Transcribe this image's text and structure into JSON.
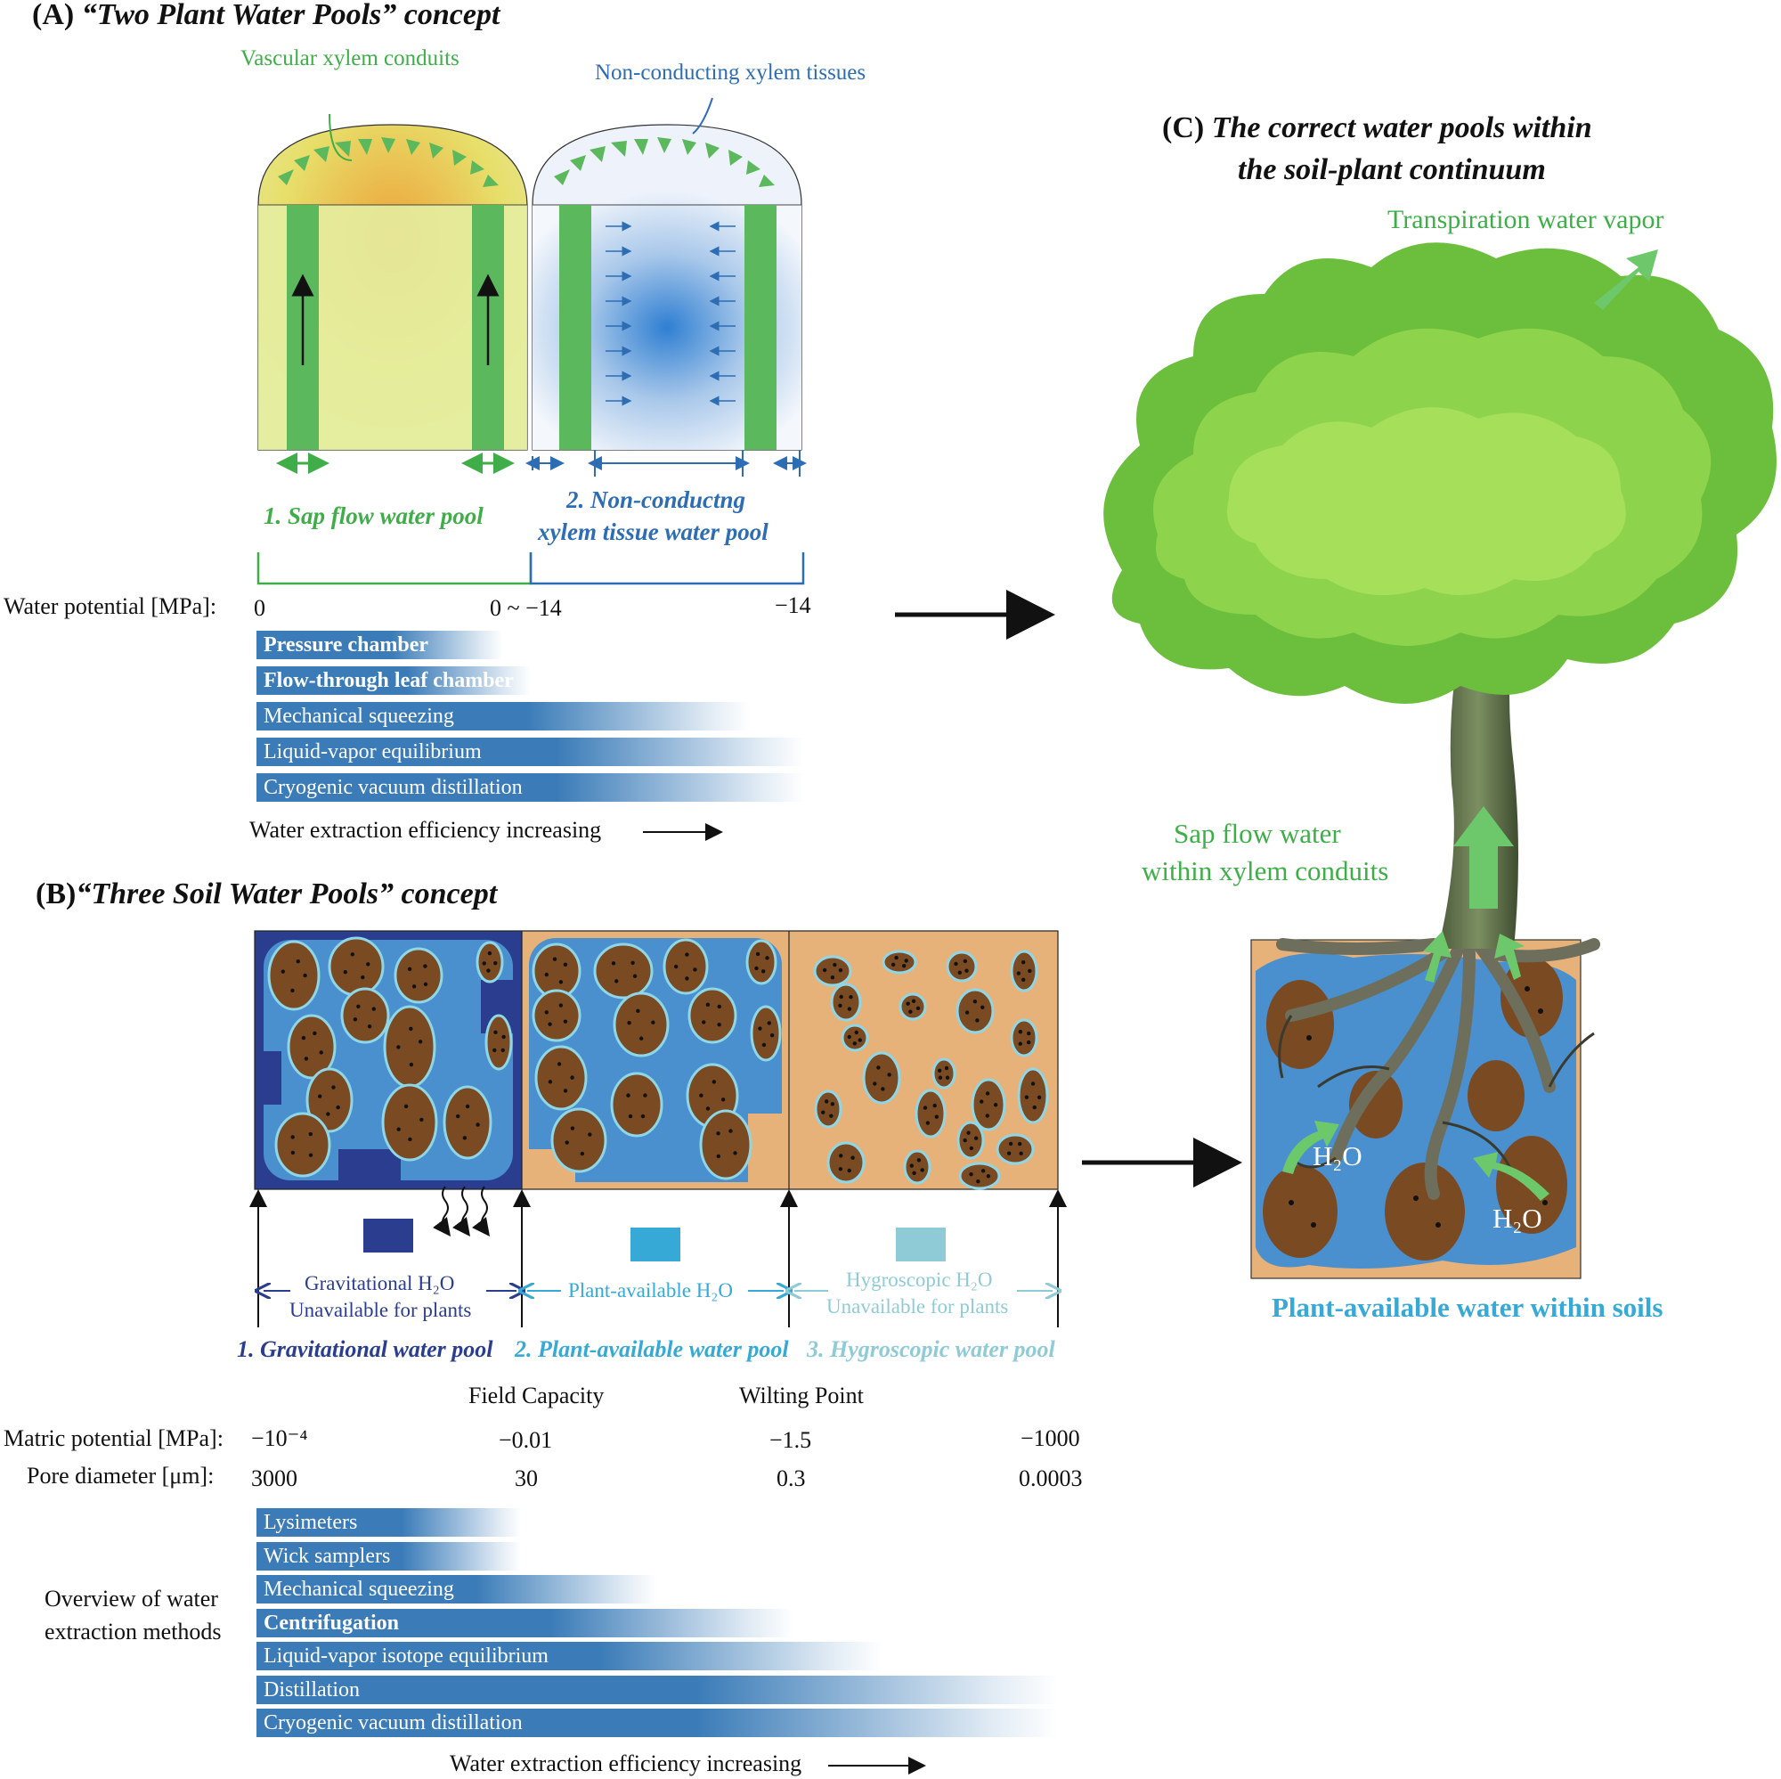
{
  "panel_a": {
    "title_prefix": "(A) ",
    "title_italic": "“Two Plant Water Pools” concept",
    "label_vascular": "Vascular xylem conduits",
    "label_nonconducting": "Non-conducting xylem tissues",
    "pool1": "1. Sap flow water pool",
    "pool2_line1": "2. Non-conductng",
    "pool2_line2": "xylem tissue water pool",
    "wp_label": "Water potential [MPa]:",
    "wp_values": [
      "0",
      "0 ~ −14",
      "−14"
    ],
    "methods": [
      {
        "label": "Pressure chamber",
        "bold": true,
        "efficiency": 0.45
      },
      {
        "label": "Flow-through leaf chamber",
        "bold": true,
        "efficiency": 0.5
      },
      {
        "label": "Mechanical squeezing",
        "bold": false,
        "efficiency": 0.9
      },
      {
        "label": "Liquid-vapor equilibrium",
        "bold": false,
        "efficiency": 1.0
      },
      {
        "label": "Cryogenic vacuum distillation",
        "bold": false,
        "efficiency": 1.0
      }
    ],
    "efficiency_label": "Water extraction efficiency increasing"
  },
  "panel_b": {
    "title_prefix": "(B)",
    "title_italic": "“Three Soil Water Pools” concept",
    "zone1_line1": "Gravitational H₂O",
    "zone1_line2": "Unavailable for plants",
    "zone2_line1": "Plant-available H₂O",
    "zone3_line1": "Hygroscopic H₂O",
    "zone3_line2": "Unavailable for plants",
    "pool1": "1. Gravitational water pool",
    "pool2": "2. Plant-available water pool",
    "pool3": "3. Hygroscopic water pool",
    "field_capacity": "Field Capacity",
    "wilting_point": "Wilting Point",
    "mp_label": "Matric potential [MPa]:",
    "mp_values": [
      "−10⁻⁴",
      "−0.01",
      "−1.5",
      "−1000"
    ],
    "pd_label": "Pore diameter [μm]:",
    "pd_values": [
      "3000",
      "30",
      "0.3",
      "0.0003"
    ],
    "overview_line1": "Overview of water",
    "overview_line2": "extraction methods",
    "methods": [
      {
        "label": "Lysimeters",
        "bold": false,
        "efficiency": 0.33
      },
      {
        "label": "Wick samplers",
        "bold": false,
        "efficiency": 0.33
      },
      {
        "label": "Mechanical squeezing",
        "bold": false,
        "efficiency": 0.5
      },
      {
        "label": "Centrifugation",
        "bold": true,
        "efficiency": 0.67
      },
      {
        "label": "Liquid-vapor isotope equilibrium",
        "bold": false,
        "efficiency": 0.78
      },
      {
        "label": "Distillation",
        "bold": false,
        "efficiency": 1.0
      },
      {
        "label": "Cryogenic vacuum distillation",
        "bold": false,
        "efficiency": 1.0
      }
    ],
    "efficiency_label": "Water extraction efficiency increasing"
  },
  "panel_c": {
    "title_prefix": "(C) ",
    "title_line1": "The correct water pools within",
    "title_line2": "the soil-plant continuum",
    "transpiration": "Transpiration water vapor",
    "sap_line1": "Sap flow water",
    "sap_line2": "within xylem conduits",
    "h2o_a": "H₂O",
    "h2o_b": "H₂O",
    "soil_label": "Plant-available water within soils"
  },
  "colors": {
    "green": "#3fae49",
    "blue_text": "#2d6db3",
    "method_blue": "#3b7cb8",
    "grav_blue": "#2b3d8f",
    "plant_avail": "#36a9d6",
    "hygro": "#8fcbd6",
    "soil_orange": "#e6b27a",
    "soil_blue": "#4a8fce",
    "particle": "#7a4a22"
  }
}
